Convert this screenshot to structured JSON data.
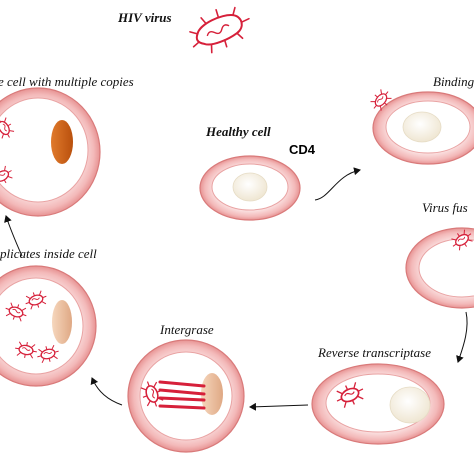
{
  "labels": {
    "hiv_virus": "HIV virus",
    "multiple_copies": "e cell with multiple copies",
    "binding": "Binding",
    "healthy_cell": "Healthy cell",
    "cd4": "CD4",
    "virus_fusion": "Virus fus",
    "replicates": "plicates inside cell",
    "intergrase": "Intergrase",
    "reverse_transcriptase": "Reverse transcriptase"
  },
  "colors": {
    "membrane_outer": "#f3c2c2",
    "membrane_edge": "#d97a7a",
    "cytoplasm": "#ffffff",
    "nucleus": "#f7f2e6",
    "virus": "#d6203a",
    "nucleus_orange": "#d2641a",
    "nucleus_peach": "#f0c7a6",
    "arrow": "#111111"
  }
}
